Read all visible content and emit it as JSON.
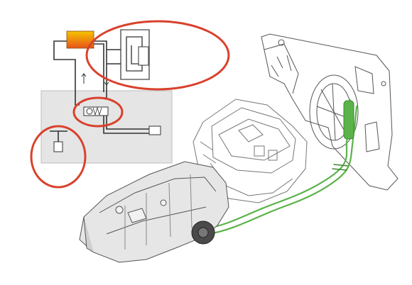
{
  "colors": {
    "background": "#ffffff",
    "panel_fill": "#e5e5e5",
    "circuit_line": "#333333",
    "highlight_circle": "#d9412c",
    "cooler_top": "#f5c400",
    "cooler_bottom": "#e8541a",
    "cooler_line_green": "#5bb34a",
    "drawing_line": "#555555"
  },
  "icons": {
    "hydraulic_schematic": "transmission-cooling-schematic",
    "engine": "engine-outline",
    "radiator_frame": "radiator-frame-outline",
    "gearbox": "gearbox-illustration",
    "cooler_lines": "transmission-cooler-lines"
  },
  "annotations": {
    "highlight_count": 3
  }
}
